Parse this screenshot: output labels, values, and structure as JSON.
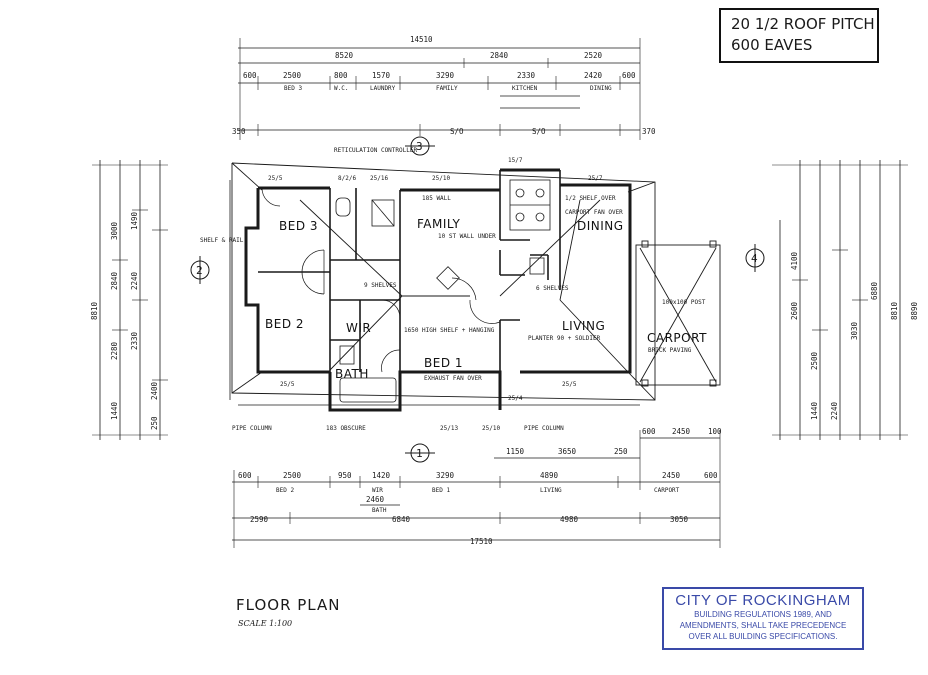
{
  "roof_note": {
    "line1": "20 1/2 ROOF PITCH",
    "line2": "600 EAVES"
  },
  "title": "FLOOR PLAN",
  "scale": "SCALE 1:100",
  "stamp": {
    "heading": "CITY OF ROCKINGHAM",
    "line1": "BUILDING REGULATIONS 1989, AND",
    "line2": "AMENDMENTS, SHALL TAKE PRECEDENCE",
    "line3": "OVER ALL BUILDING SPECIFICATIONS."
  },
  "rooms": {
    "bed3": "BED 3",
    "bed2": "BED 2",
    "bed1": "BED 1",
    "family": "FAMILY",
    "dining": "DINING",
    "living": "LIVING",
    "carport": "CARPORT",
    "wir": "WIR",
    "bath": "BATH"
  },
  "sections": {
    "top": "3",
    "bottom": "1",
    "left": "2",
    "right": "4"
  },
  "dims_top": {
    "overall": "14510",
    "row2": [
      "8520",
      "2840",
      "2520"
    ],
    "row3": [
      "600",
      "2500",
      "800",
      "1570",
      "3290",
      "2330",
      "2420",
      "600"
    ],
    "row3_labels": [
      "BED 3",
      "W.C.",
      "LAUNDRY",
      "FAMILY",
      "KITCHEN",
      "DINING"
    ],
    "row4": [
      "350",
      "S/O",
      "S/O",
      "370"
    ]
  },
  "dims_bottom": {
    "row1": [
      "600",
      "2450",
      "100"
    ],
    "row2": [
      "1150",
      "3650",
      "250"
    ],
    "row3": [
      "600",
      "2500",
      "950",
      "1420",
      "3290",
      "4890",
      "2450",
      "600"
    ],
    "row3_labels": [
      "BED 2",
      "WIR",
      "BED 1",
      "LIVING",
      "CARPORT"
    ],
    "bath": "2460",
    "bath_label": "BATH",
    "row4": [
      "2590",
      "6840",
      "4980",
      "3050"
    ],
    "overall": "17510"
  },
  "dims_left": [
    "8810",
    "2280",
    "2840",
    "3000",
    "1440",
    "1490",
    "2330",
    "2240",
    "2400",
    "250"
  ],
  "dims_right": [
    "4100",
    "2600",
    "2500",
    "3030",
    "6880",
    "8810",
    "8890",
    "1440",
    "2240"
  ],
  "notes": {
    "reticulation": "RETICULATION CONTROLLER",
    "wall_185": "185 WALL",
    "wall_110": "10 ST WALL UNDER",
    "shelves9": "9 SHELVES",
    "shelves6": "6 SHELVES",
    "high_shelf": "1650 HIGH SHELF + HANGING",
    "exhaust": "EXHAUST FAN OVER",
    "planter": "PLANTER 90 + SOLDIER",
    "shelf_over": "1/2 SHELF OVER",
    "pipe_col_left": "PIPE COLUMN",
    "pipe_col_right": "PIPE COLUMN",
    "obscure": "183 OBSCURE",
    "post": "100x100 POST",
    "brick": "BRICK PAVING",
    "shelf_rail": "SHELF & RAIL",
    "carport_fan": "CARPORT FAN OVER",
    "s": "S/O"
  },
  "small": {
    "bath_a": "25/5",
    "bath_b": "8/2/6",
    "bath_c": "25/16",
    "bath_d": "25/10",
    "bath_e": "15/7",
    "bath_f": "25/7",
    "bath_g": "25/5",
    "bath_h": "25/13",
    "bath_i": "25/10",
    "bath_j": "25/4",
    "bath_k": "25/5"
  }
}
